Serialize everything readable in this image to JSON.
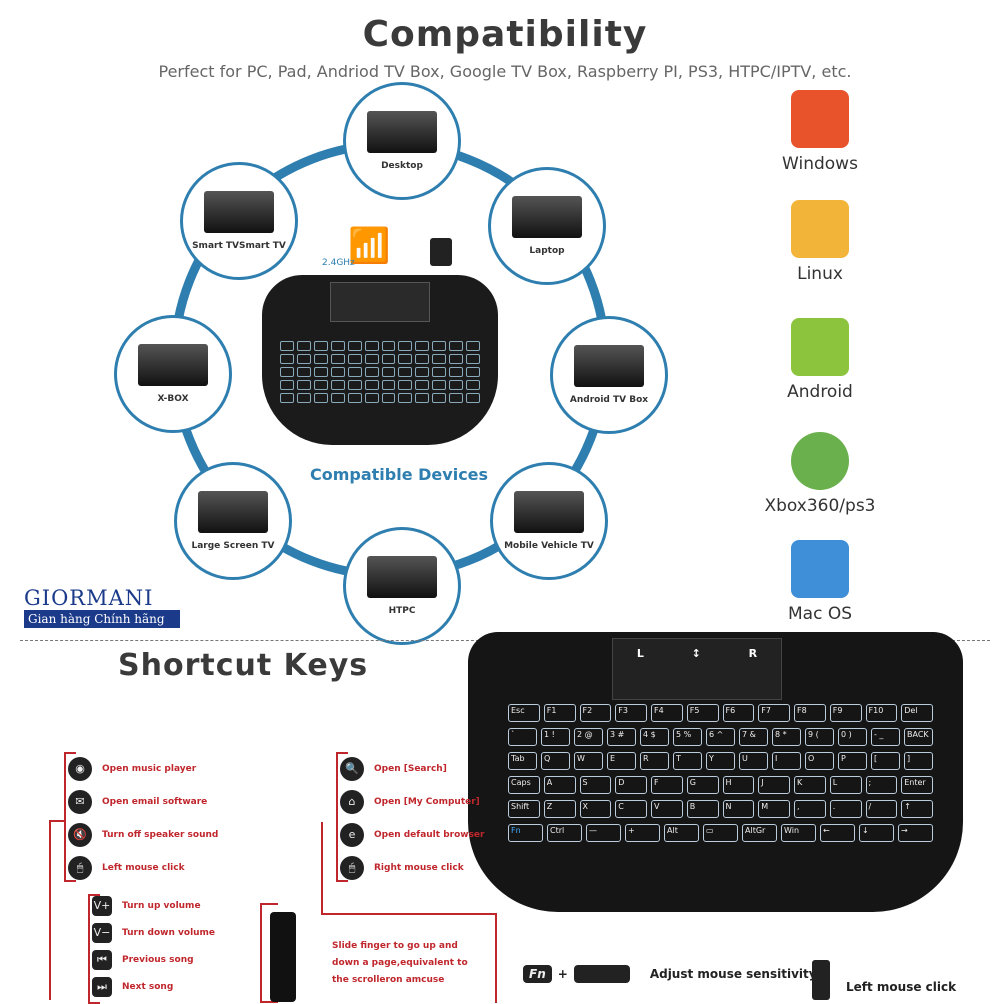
{
  "header": {
    "title": "Compatibility",
    "subtitle": "Perfect for PC, Pad, Andriod TV Box, Google TV Box, Raspberry PI, PS3, HTPC/IPTV, etc."
  },
  "devices": [
    {
      "label": "Desktop",
      "icon": "desktop-icon"
    },
    {
      "label": "Laptop",
      "icon": "laptop-icon"
    },
    {
      "label": "Android TV Box",
      "icon": "tv-box-icon"
    },
    {
      "label": "Mobile Vehicle TV",
      "icon": "vehicle-tv-icon"
    },
    {
      "label": "HTPC",
      "icon": "htpc-icon"
    },
    {
      "label": "Large Screen TV",
      "icon": "tv-icon"
    },
    {
      "label": "X-BOX",
      "icon": "xbox-icon"
    },
    {
      "label": "Smart TVSmart TV",
      "icon": "smart-tv-icon"
    }
  ],
  "center": {
    "frequency": "2.4GHz",
    "caption": "Compatible Devices"
  },
  "os": [
    {
      "label": "Windows",
      "color": "#e8532b"
    },
    {
      "label": "Linux",
      "color": "#f2b53a"
    },
    {
      "label": "Android",
      "color": "#8cc43e"
    },
    {
      "label": "Xbox360/ps3",
      "color": "#6ab04c"
    },
    {
      "label": "Mac OS",
      "color": "#3f8fd8"
    }
  ],
  "brand": {
    "name": "GIORMANI",
    "tagline": "Gian hàng Chính hãng"
  },
  "shortcuts": {
    "title": "Shortcut Keys",
    "touchpad": [
      "L",
      "↕",
      "R"
    ],
    "keyboard_rows": [
      [
        "Esc",
        "F1",
        "F2",
        "F3",
        "F4",
        "F5",
        "F6",
        "F7",
        "F8",
        "F9",
        "F10",
        "Del"
      ],
      [
        "`",
        "1 !",
        "2 @",
        "3 #",
        "4 $",
        "5 %",
        "6 ^",
        "7 &",
        "8 *",
        "9 (",
        "0 )",
        "- _",
        "BACK"
      ],
      [
        "Tab",
        "Q",
        "W",
        "E",
        "R",
        "T",
        "Y",
        "U",
        "I",
        "O",
        "P",
        "[",
        "]"
      ],
      [
        "Caps",
        "A",
        "S",
        "D",
        "F",
        "G",
        "H",
        "J",
        "K",
        "L",
        ";",
        "Enter"
      ],
      [
        "Shift",
        "Z",
        "X",
        "C",
        "V",
        "B",
        "N",
        "M",
        ",",
        ".",
        "/",
        "↑"
      ],
      [
        "Fn",
        "Ctrl",
        "—",
        "+",
        "Alt",
        "▭",
        "AltGr",
        "Win",
        "←",
        "↓",
        "→"
      ]
    ],
    "group1": [
      {
        "icon": "◉",
        "label": "Open music player"
      },
      {
        "icon": "✉",
        "label": "Open email software"
      },
      {
        "icon": "🔇",
        "label": "Turn off speaker sound"
      },
      {
        "icon": "🖱",
        "label": "Left mouse click"
      }
    ],
    "group2": [
      {
        "icon": "V+",
        "label": "Turn up volume"
      },
      {
        "icon": "V−",
        "label": "Turn down volume"
      },
      {
        "icon": "⏮",
        "label": "Previous song"
      },
      {
        "icon": "⏭",
        "label": "Next song"
      }
    ],
    "group3": [
      {
        "icon": "🔍",
        "label": "Open [Search]"
      },
      {
        "icon": "⌂",
        "label": "Open [My Computer]"
      },
      {
        "icon": "e",
        "label": "Open default browser"
      },
      {
        "icon": "🖱",
        "label": "Right mouse click"
      }
    ],
    "scroll_text": [
      "Slide finger to go up and",
      "down a page,equivalent to",
      "the scrolleron amcuse"
    ],
    "fn_key": "Fn",
    "plus": "+",
    "adjust": "Adjust mouse sensitivity",
    "left_click": "Left mouse click"
  }
}
